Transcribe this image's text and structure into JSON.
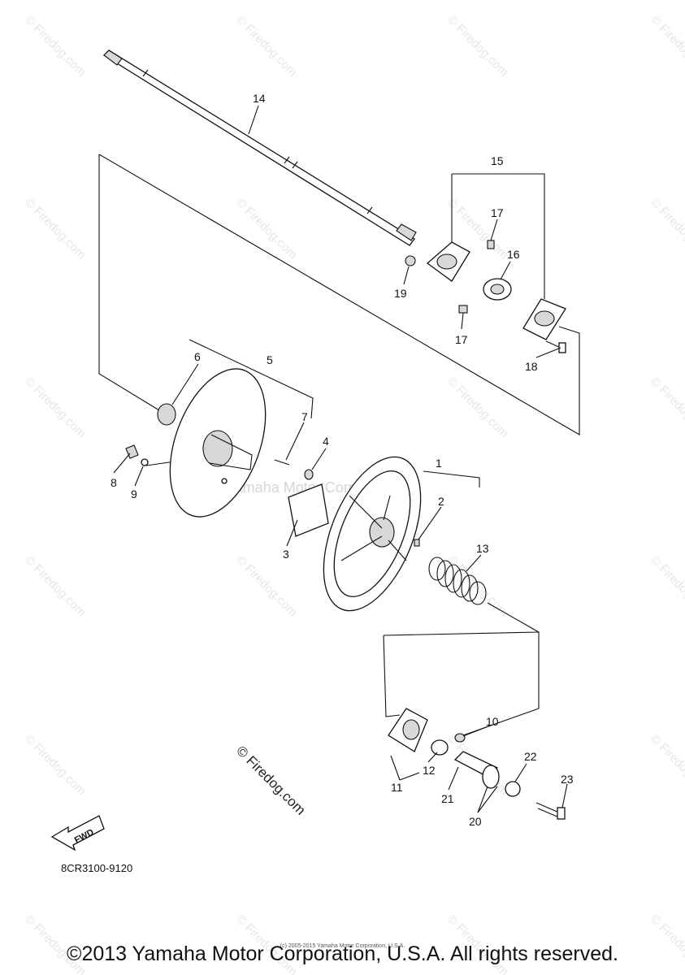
{
  "diagram": {
    "part_labels": [
      "1",
      "2",
      "3",
      "4",
      "5",
      "6",
      "7",
      "8",
      "9",
      "10",
      "11",
      "12",
      "13",
      "14",
      "15",
      "16",
      "17",
      "18",
      "19",
      "20",
      "21",
      "22",
      "23"
    ],
    "watermark_text": "© Firedog.com",
    "center_watermark": "Yamaha Motor Corp., U.S.A.",
    "fwd_label": "FWD",
    "figure_code": "8CR3100-9120"
  },
  "footer": {
    "copyright": "©2013 Yamaha Motor Corporation, U.S.A. All rights reserved.",
    "copyright_small": "(c) 2005-2015 Yamaha Motor Corporation, U.S.A."
  }
}
